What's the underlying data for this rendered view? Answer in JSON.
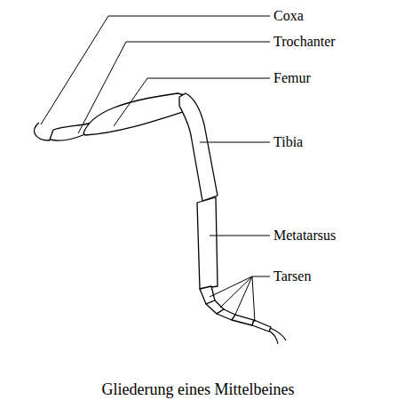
{
  "diagram": {
    "caption": "Gliederung eines Mittelbeines",
    "labels": [
      "Coxa",
      "Trochanter",
      "Femur",
      "Tibia",
      "Metatarsus",
      "Tarsen"
    ]
  }
}
